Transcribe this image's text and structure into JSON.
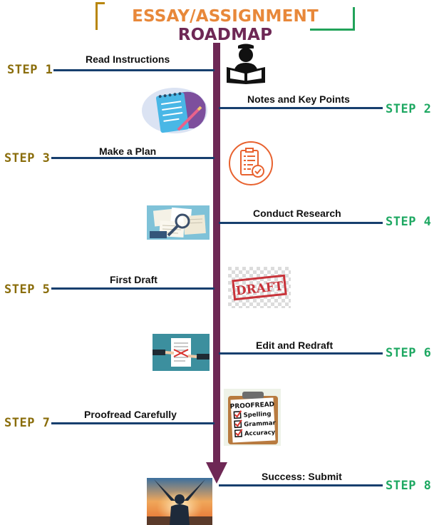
{
  "title": {
    "part1": "ESSAY/ASSIGNMENT",
    "part2": "ROADMAP"
  },
  "colors": {
    "title_orange": "#e8883a",
    "title_purple": "#6e2855",
    "step_left": "#8a6d0b",
    "step_right": "#1ea862",
    "connector": "#173f6e",
    "timeline": "#6e2855"
  },
  "steps": [
    {
      "label": "STEP 1",
      "text": "Read Instructions",
      "icon": "reader-icon"
    },
    {
      "label": "STEP 2",
      "text": "Notes and Key Points",
      "icon": "notepad-icon"
    },
    {
      "label": "STEP 3",
      "text": "Make a Plan",
      "icon": "checklist-icon"
    },
    {
      "label": "STEP 4",
      "text": "Conduct Research",
      "icon": "magnifier-papers-icon"
    },
    {
      "label": "STEP 5",
      "text": "First Draft",
      "icon": "draft-stamp-icon"
    },
    {
      "label": "STEP 6",
      "text": "Edit and Redraft",
      "icon": "edit-document-icon"
    },
    {
      "label": "STEP 7",
      "text": "Proofread Carefully",
      "icon": "proofread-clipboard-icon"
    },
    {
      "label": "STEP 8",
      "text": "Success: Submit",
      "icon": "success-person-icon"
    }
  ],
  "draft_stamp": "DRAFT",
  "proofread_card": {
    "heading": "PROOFREAD",
    "items": [
      "Spelling",
      "Grammar",
      "Accuracy"
    ]
  }
}
